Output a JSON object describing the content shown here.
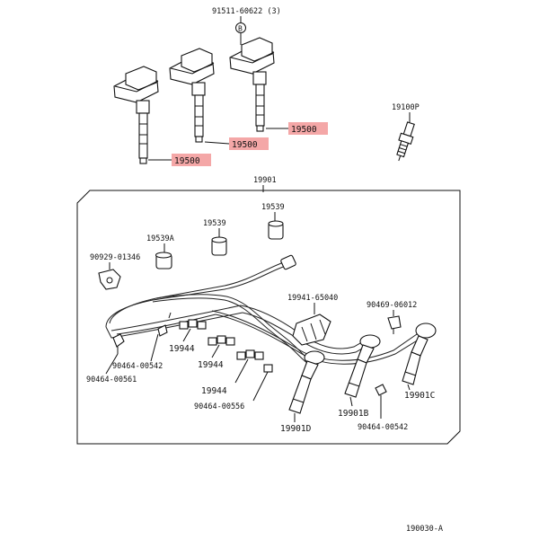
{
  "labels": {
    "bolt": "91511-60622 (3)",
    "bolt_ref": "B",
    "coil_a": "19500",
    "coil_b": "19500",
    "coil_c": "19500",
    "spark_plug": "19100P",
    "cord_set": "19901",
    "grommet_a": "19539A",
    "grommet_b": "19539",
    "grommet_c": "19539",
    "clip_holder": "90929-01346",
    "clamp_a": "19941-65040",
    "clamp_b": "90469-06012",
    "clamp_c1": "19944",
    "clamp_c2": "19944",
    "clamp_c3": "19944",
    "clip_a": "90464-00542",
    "clip_b": "90464-00561",
    "clip_c": "90464-00556",
    "clip_d": "90464-00542",
    "cord_b": "19901B",
    "cord_c": "19901C",
    "cord_d": "19901D",
    "figure_no": "190030-A"
  },
  "colors": {
    "highlight": "#f4a7a7",
    "line": "#111111"
  }
}
